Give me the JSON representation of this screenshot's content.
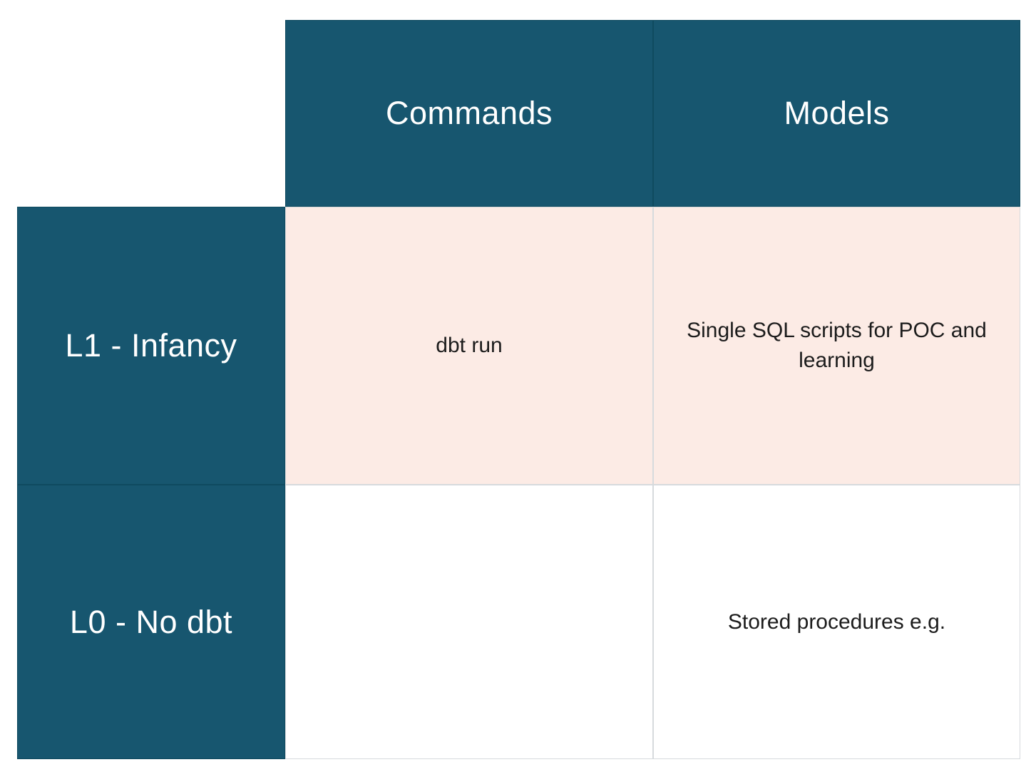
{
  "colors": {
    "teal": "#17566F",
    "teal_border": "#0F4A5F",
    "pink": "#FCEBE5",
    "grid_line": "#D6DADD",
    "header_text": "#FFFFFF",
    "body_text": "#1C1C1C",
    "background": "#FFFFFF"
  },
  "table": {
    "column_headers": [
      "Commands",
      "Models"
    ],
    "rows": [
      {
        "label": "L1 - Infancy",
        "highlighted": true,
        "cells": [
          "dbt run",
          "Single SQL scripts for POC and learning"
        ]
      },
      {
        "label": "L0 - No dbt",
        "highlighted": false,
        "cells": [
          "",
          "Stored procedures e.g."
        ]
      }
    ]
  },
  "chart_data": {
    "type": "table",
    "columns": [
      "",
      "Commands",
      "Models"
    ],
    "rows": [
      [
        "L1 - Infancy",
        "dbt run",
        "Single SQL scripts for POC and learning"
      ],
      [
        "L0 - No dbt",
        "",
        "Stored procedures e.g."
      ]
    ],
    "layout_hints": {
      "header_row_style": "dark teal background, white text",
      "row_header_column_style": "dark teal background, white text",
      "highlighted_row": "L1 - Infancy row has light pink cell background",
      "top_left_corner": "empty white cell"
    }
  }
}
